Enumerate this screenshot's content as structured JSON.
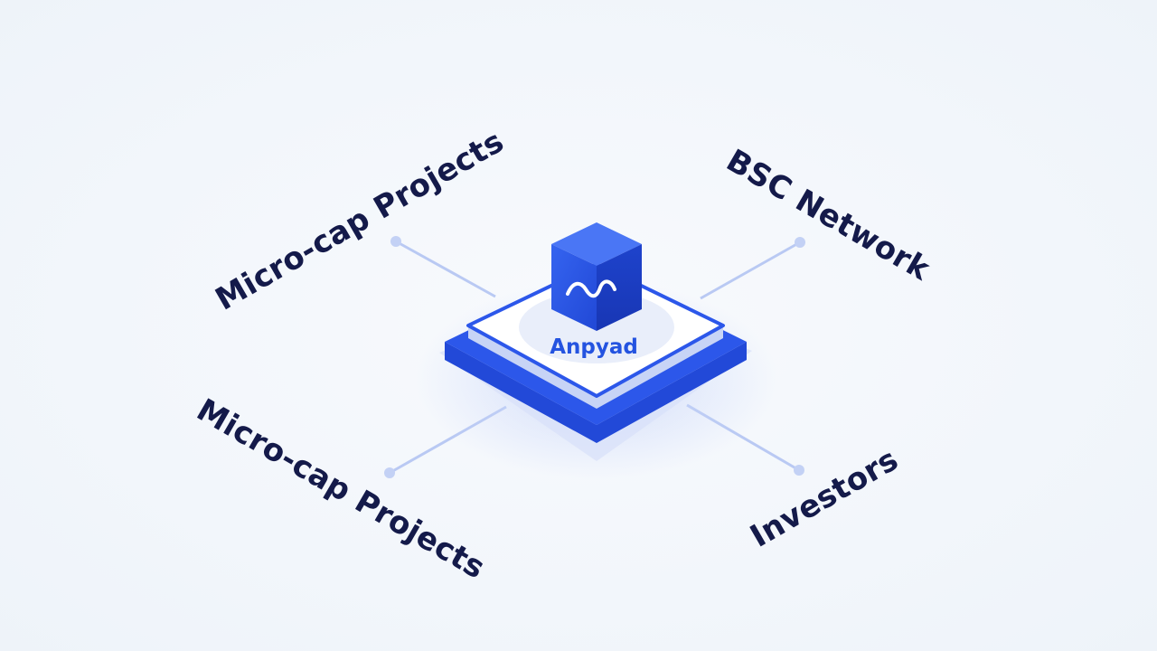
{
  "hub": {
    "label": "Anpyad"
  },
  "nodes": {
    "top_left": "Micro-cap Projects",
    "top_right": "BSC Network",
    "bottom_left": "Micro-cap Projects",
    "bottom_right": "Investors"
  },
  "colors": {
    "background": "#f2f6fb",
    "accent": "#2b55e6",
    "accent_dark": "#1d3fd0",
    "connector": "#b9c9f3",
    "label_text": "#141a4a",
    "hub_text": "#2453e0"
  },
  "icons": {
    "hub_cube": "cube-logo-icon"
  }
}
